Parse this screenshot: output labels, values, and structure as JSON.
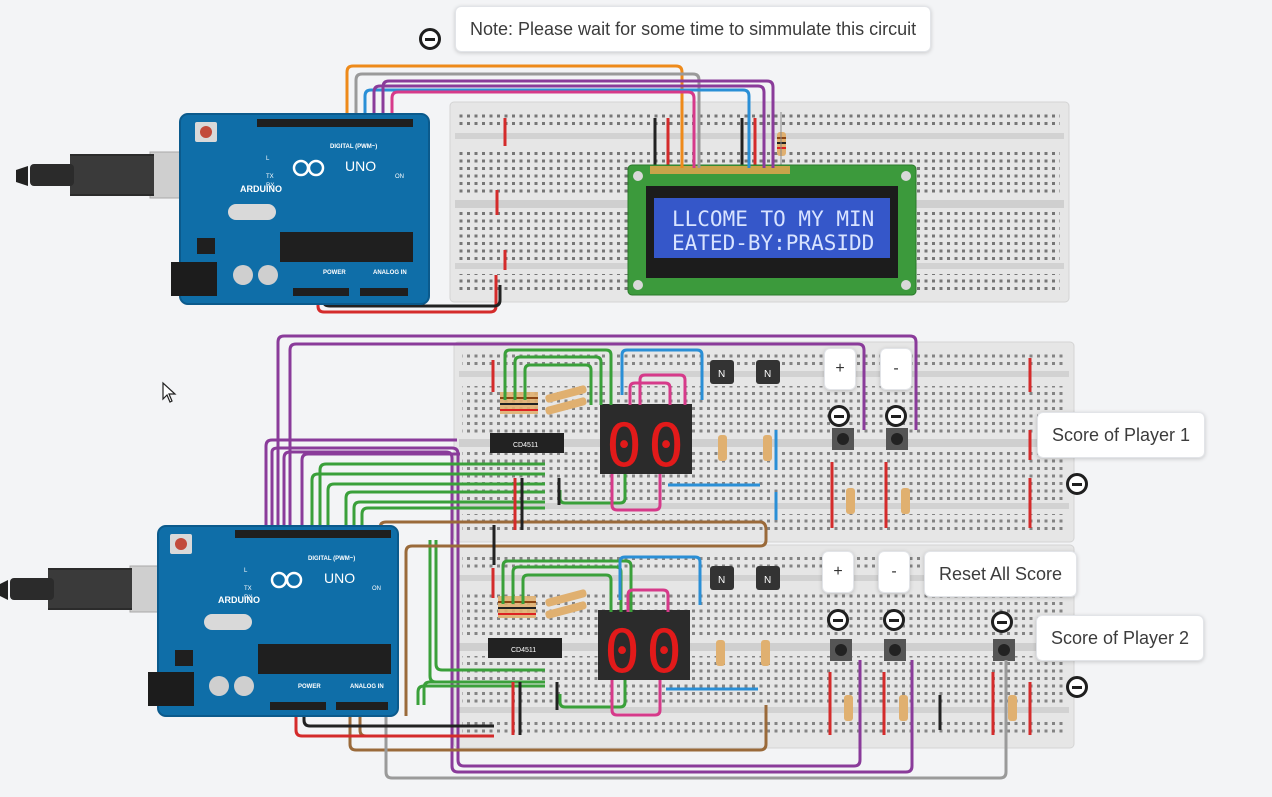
{
  "notes": {
    "simulate": "Note: Please wait for some time to simmulate this circuit",
    "player1": "Score of Player 1",
    "player2": "Score of Player 2",
    "reset": "Reset All Score"
  },
  "buttons": {
    "plus": "+",
    "minus": "-"
  },
  "lcd": {
    "line1": "LLCOME TO MY MIN",
    "line2": "EATED-BY:PRASIDD"
  },
  "arduino": {
    "logo": "ARDUINO",
    "model": "UNO",
    "digital_label": "DIGITAL (PWM~)",
    "power_label": "POWER",
    "analog_label": "ANALOG IN",
    "on_label": "ON",
    "l_label": "L",
    "tx_label": "TX",
    "rx_label": "RX"
  },
  "components": {
    "ic": "CD4511",
    "transistor": "N",
    "segment_digit": "0"
  },
  "colors": {
    "board_blue": "#0f6ea8",
    "breadboard": "#e6e6e6",
    "wire_orange": "#ee8a1a",
    "wire_purple": "#8a3b9a",
    "wire_green": "#3aa03a",
    "wire_red": "#d42b2b",
    "wire_blue": "#2a8fd6",
    "wire_brown": "#9a6a3a",
    "wire_gray": "#9a9a9a",
    "wire_magenta": "#d63a8a",
    "lcd_green": "#3c9a3c",
    "lcd_screen": "#3557c9",
    "segment_red": "#e21a1a"
  }
}
